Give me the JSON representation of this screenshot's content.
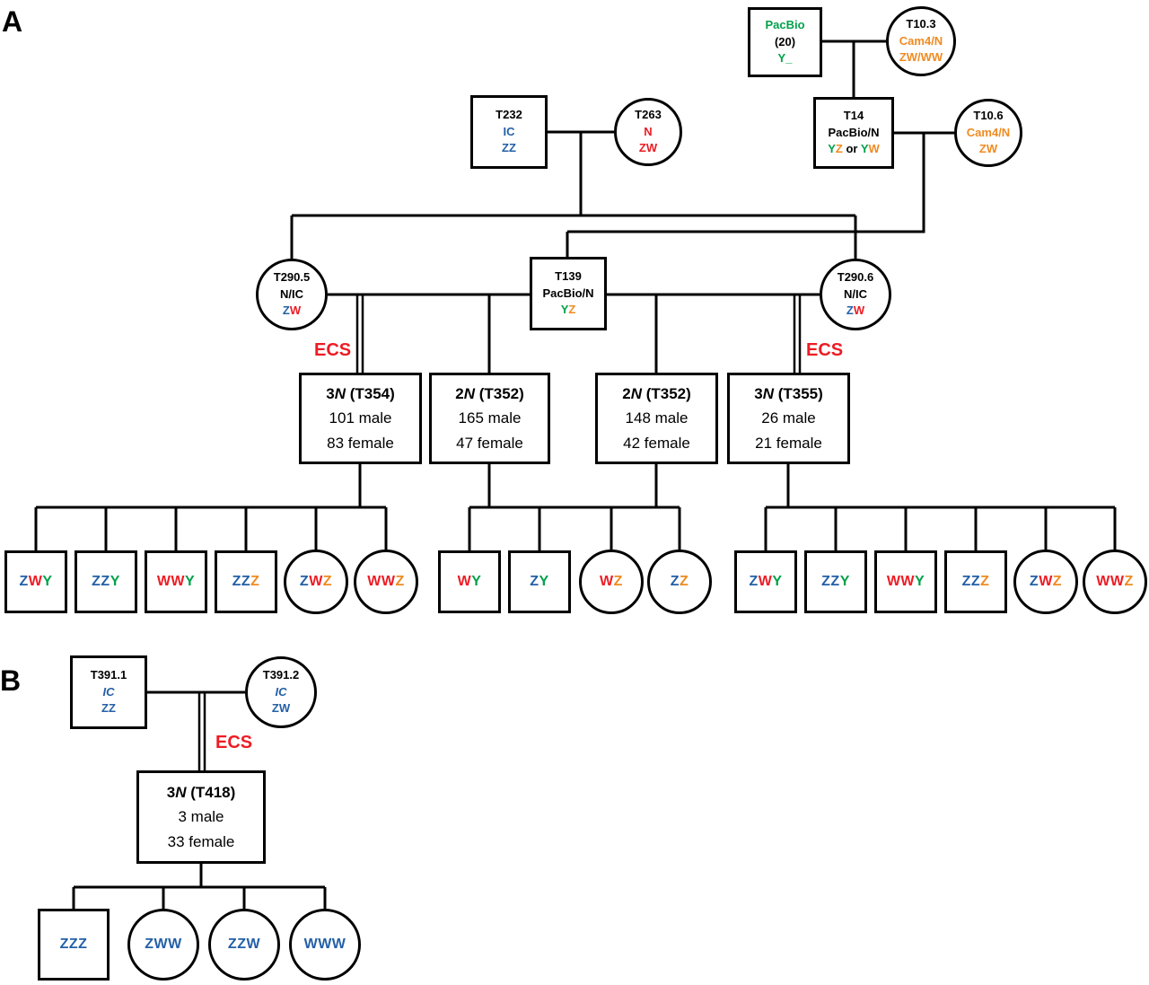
{
  "figure": {
    "panel_a_label": "A",
    "panel_b_label": "B",
    "ecs_label": "ECS"
  },
  "colors": {
    "black": "#000000",
    "green": "#00A14B",
    "orange": "#EF8B22",
    "blue": "#2460A7",
    "red": "#ED1C24"
  },
  "nodes": {
    "pacbio": {
      "shape": "square",
      "lines": [
        [
          {
            "t": "PacBio",
            "c": "green"
          }
        ],
        [
          {
            "t": "(20)"
          }
        ],
        [
          {
            "t": "Y_",
            "c": "green"
          }
        ]
      ]
    },
    "t10_3": {
      "shape": "circle",
      "lines": [
        [
          {
            "t": "T10.3"
          }
        ],
        [
          {
            "t": "Cam4/N",
            "c": "orange"
          }
        ],
        [
          {
            "t": "ZW/WW",
            "c": "orange"
          }
        ]
      ]
    },
    "t14": {
      "shape": "square",
      "lines": [
        [
          {
            "t": "T14"
          }
        ],
        [
          {
            "t": "PacBio/N"
          }
        ],
        [
          {
            "t": "Y",
            "c": "green"
          },
          {
            "t": "Z",
            "c": "orange"
          },
          {
            "t": " or "
          },
          {
            "t": "Y",
            "c": "green"
          },
          {
            "t": "W",
            "c": "orange"
          }
        ]
      ]
    },
    "t10_6": {
      "shape": "circle",
      "lines": [
        [
          {
            "t": "T10.6"
          }
        ],
        [
          {
            "t": "Cam4/N",
            "c": "orange"
          }
        ],
        [
          {
            "t": "ZW",
            "c": "orange"
          }
        ]
      ]
    },
    "t232": {
      "shape": "square",
      "lines": [
        [
          {
            "t": "T232"
          }
        ],
        [
          {
            "t": "IC",
            "c": "blue"
          }
        ],
        [
          {
            "t": "ZZ",
            "c": "blue"
          }
        ]
      ]
    },
    "t263": {
      "shape": "circle",
      "lines": [
        [
          {
            "t": "T263"
          }
        ],
        [
          {
            "t": "N",
            "c": "red"
          }
        ],
        [
          {
            "t": "ZW",
            "c": "red"
          }
        ]
      ]
    },
    "t290_5": {
      "shape": "circle",
      "lines": [
        [
          {
            "t": "T290.5"
          }
        ],
        [
          {
            "t": "N/IC"
          }
        ],
        [
          {
            "t": "Z",
            "c": "blue"
          },
          {
            "t": "W",
            "c": "red"
          }
        ]
      ]
    },
    "t139": {
      "shape": "square",
      "lines": [
        [
          {
            "t": "T139"
          }
        ],
        [
          {
            "t": "PacBio/N"
          }
        ],
        [
          {
            "t": "Y",
            "c": "green"
          },
          {
            "t": "Z",
            "c": "orange"
          }
        ]
      ]
    },
    "t290_6": {
      "shape": "circle",
      "lines": [
        [
          {
            "t": "T290.6"
          }
        ],
        [
          {
            "t": "N/IC"
          }
        ],
        [
          {
            "t": "Z",
            "c": "blue"
          },
          {
            "t": "W",
            "c": "red"
          }
        ]
      ]
    },
    "t354": {
      "shape": "box",
      "lines": [
        [
          {
            "t": "3"
          },
          {
            "t": "N",
            "i": true
          },
          {
            "t": " (T354)"
          }
        ],
        [
          {
            "t": "101 male",
            "b": false
          }
        ],
        [
          {
            "t": "83 female",
            "b": false
          }
        ]
      ]
    },
    "t352_left": {
      "shape": "box",
      "lines": [
        [
          {
            "t": "2"
          },
          {
            "t": "N",
            "i": true
          },
          {
            "t": " (T352)"
          }
        ],
        [
          {
            "t": "165 male",
            "b": false
          }
        ],
        [
          {
            "t": "47 female",
            "b": false
          }
        ]
      ]
    },
    "t352_right": {
      "shape": "box",
      "lines": [
        [
          {
            "t": "2"
          },
          {
            "t": "N",
            "i": true
          },
          {
            "t": " (T352)"
          }
        ],
        [
          {
            "t": "148 male",
            "b": false
          }
        ],
        [
          {
            "t": "42 female",
            "b": false
          }
        ]
      ]
    },
    "t355": {
      "shape": "box",
      "lines": [
        [
          {
            "t": "3"
          },
          {
            "t": "N",
            "i": true
          },
          {
            "t": " (T355)"
          }
        ],
        [
          {
            "t": "26 male",
            "b": false
          }
        ],
        [
          {
            "t": "21 female",
            "b": false
          }
        ]
      ]
    },
    "a1_zwy": {
      "shape": "square",
      "lines": [
        [
          {
            "t": "Z",
            "c": "blue"
          },
          {
            "t": "W",
            "c": "red"
          },
          {
            "t": "Y",
            "c": "green"
          }
        ]
      ]
    },
    "a1_zzy": {
      "shape": "square",
      "lines": [
        [
          {
            "t": "ZZ",
            "c": "blue"
          },
          {
            "t": "Y",
            "c": "green"
          }
        ]
      ]
    },
    "a1_wwy": {
      "shape": "square",
      "lines": [
        [
          {
            "t": "WW",
            "c": "red"
          },
          {
            "t": "Y",
            "c": "green"
          }
        ]
      ]
    },
    "a1_zzz": {
      "shape": "square",
      "lines": [
        [
          {
            "t": "ZZ",
            "c": "blue"
          },
          {
            "t": "Z",
            "c": "orange"
          }
        ]
      ]
    },
    "a1_zwz": {
      "shape": "circle",
      "lines": [
        [
          {
            "t": "Z",
            "c": "blue"
          },
          {
            "t": "W",
            "c": "red"
          },
          {
            "t": "Z",
            "c": "orange"
          }
        ]
      ]
    },
    "a1_wwz": {
      "shape": "circle",
      "lines": [
        [
          {
            "t": "WW",
            "c": "red"
          },
          {
            "t": "Z",
            "c": "orange"
          }
        ]
      ]
    },
    "a2_wy": {
      "shape": "square",
      "lines": [
        [
          {
            "t": "W",
            "c": "red"
          },
          {
            "t": "Y",
            "c": "green"
          }
        ]
      ]
    },
    "a2_zy": {
      "shape": "square",
      "lines": [
        [
          {
            "t": "Z",
            "c": "blue"
          },
          {
            "t": "Y",
            "c": "green"
          }
        ]
      ]
    },
    "a2_wz": {
      "shape": "circle",
      "lines": [
        [
          {
            "t": "W",
            "c": "red"
          },
          {
            "t": "Z",
            "c": "orange"
          }
        ]
      ]
    },
    "a2_zz": {
      "shape": "circle",
      "lines": [
        [
          {
            "t": "Z",
            "c": "blue"
          },
          {
            "t": "Z",
            "c": "orange"
          }
        ]
      ]
    },
    "a3_zwy": {
      "shape": "square",
      "lines": [
        [
          {
            "t": "Z",
            "c": "blue"
          },
          {
            "t": "W",
            "c": "red"
          },
          {
            "t": "Y",
            "c": "green"
          }
        ]
      ]
    },
    "a3_zzy": {
      "shape": "square",
      "lines": [
        [
          {
            "t": "ZZ",
            "c": "blue"
          },
          {
            "t": "Y",
            "c": "green"
          }
        ]
      ]
    },
    "a3_wwy": {
      "shape": "square",
      "lines": [
        [
          {
            "t": "WW",
            "c": "red"
          },
          {
            "t": "Y",
            "c": "green"
          }
        ]
      ]
    },
    "a3_zzz": {
      "shape": "square",
      "lines": [
        [
          {
            "t": "ZZ",
            "c": "blue"
          },
          {
            "t": "Z",
            "c": "orange"
          }
        ]
      ]
    },
    "a3_zwz": {
      "shape": "circle",
      "lines": [
        [
          {
            "t": "Z",
            "c": "blue"
          },
          {
            "t": "W",
            "c": "red"
          },
          {
            "t": "Z",
            "c": "orange"
          }
        ]
      ]
    },
    "a3_wwz": {
      "shape": "circle",
      "lines": [
        [
          {
            "t": "WW",
            "c": "red"
          },
          {
            "t": "Z",
            "c": "orange"
          }
        ]
      ]
    },
    "t391_1": {
      "shape": "square",
      "lines": [
        [
          {
            "t": "T391.1"
          }
        ],
        [
          {
            "t": "IC",
            "c": "blue",
            "i": true
          }
        ],
        [
          {
            "t": "ZZ",
            "c": "blue"
          }
        ]
      ]
    },
    "t391_2": {
      "shape": "circle",
      "lines": [
        [
          {
            "t": "T391.2"
          }
        ],
        [
          {
            "t": "IC",
            "c": "blue",
            "i": true
          }
        ],
        [
          {
            "t": "ZW",
            "c": "blue"
          }
        ]
      ]
    },
    "t418": {
      "shape": "box",
      "lines": [
        [
          {
            "t": "3"
          },
          {
            "t": "N",
            "i": true
          },
          {
            "t": " (T418)"
          }
        ],
        [
          {
            "t": "3 male",
            "b": false
          }
        ],
        [
          {
            "t": "33 female",
            "b": false
          }
        ]
      ]
    },
    "b_zzz": {
      "shape": "square",
      "lines": [
        [
          {
            "t": "ZZZ",
            "c": "blue"
          }
        ]
      ]
    },
    "b_zww": {
      "shape": "circle",
      "lines": [
        [
          {
            "t": "ZWW",
            "c": "blue"
          }
        ]
      ]
    },
    "b_zzw": {
      "shape": "circle",
      "lines": [
        [
          {
            "t": "ZZW",
            "c": "blue"
          }
        ]
      ]
    },
    "b_www": {
      "shape": "circle",
      "lines": [
        [
          {
            "t": "WWW",
            "c": "blue"
          }
        ]
      ]
    }
  }
}
